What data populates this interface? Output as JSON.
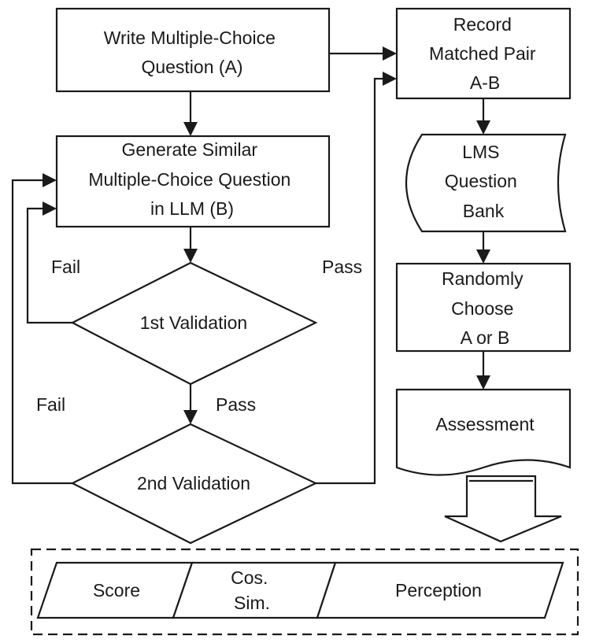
{
  "nodes": {
    "write_question": [
      "Write Multiple-Choice",
      "Question (A)"
    ],
    "generate_similar": [
      "Generate Similar",
      "Multiple-Choice Question",
      "in LLM (B)"
    ],
    "validation_1": [
      "1st Validation"
    ],
    "validation_2": [
      "2nd Validation"
    ],
    "record_pair": [
      "Record",
      "Matched Pair",
      "A-B"
    ],
    "question_bank": [
      "LMS",
      "Question",
      "Bank"
    ],
    "randomly_choose": [
      "Randomly",
      "Choose",
      "A or B"
    ],
    "assessment": [
      "Assessment"
    ]
  },
  "edge_labels": {
    "fail_1": "Fail",
    "pass_1": "Pass",
    "fail_2": "Fail",
    "pass_2": "Pass"
  },
  "outcomes": {
    "score": [
      "Score"
    ],
    "cos_sim": [
      "Cos.",
      "Sim."
    ],
    "perception": [
      "Perception"
    ]
  }
}
